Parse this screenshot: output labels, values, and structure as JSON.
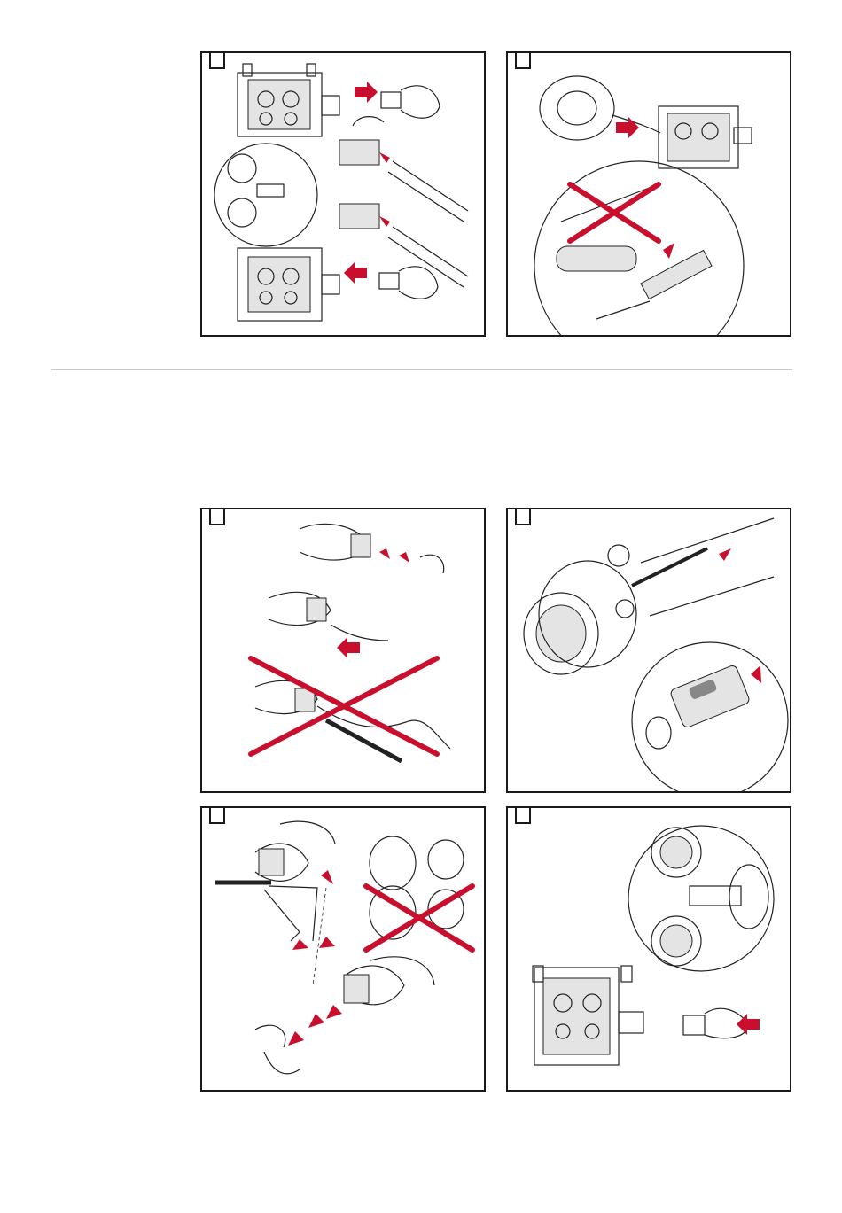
{
  "document": {
    "panels": [
      {
        "id": "step-1",
        "content": "drive-unit-exchange-liner-adapter"
      },
      {
        "id": "step-2",
        "content": "wire-spool-feed-deburr-wire-end"
      },
      {
        "id": "step-3",
        "content": "torch-liner-insert"
      },
      {
        "id": "step-4",
        "content": "torch-connector-detail"
      },
      {
        "id": "step-5",
        "content": "cut-liner-end"
      },
      {
        "id": "step-6",
        "content": "connect-torch-to-drive-unit"
      }
    ]
  },
  "colors": {
    "accent": "#c8102e",
    "line": "#1a1a1a",
    "divider": "#c8c8c8"
  },
  "icons": [
    "arrow-icon",
    "prohibited-x-icon",
    "curved-arrow-icon"
  ]
}
